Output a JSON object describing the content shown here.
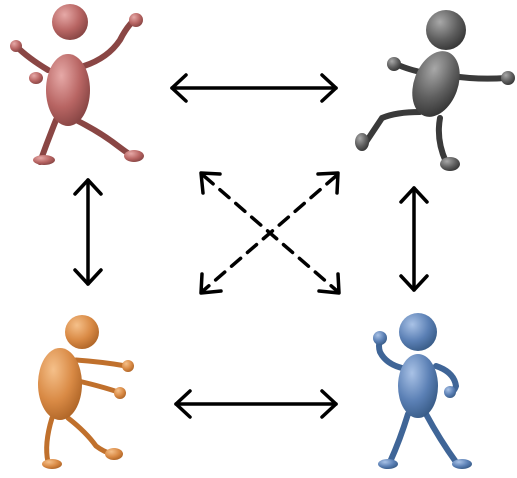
{
  "figures": [
    {
      "id": "red",
      "label": "",
      "color": "#b86563",
      "dark": "#7e3f3e"
    },
    {
      "id": "gray",
      "label": "",
      "color": "#5f5f5f",
      "dark": "#333333"
    },
    {
      "id": "orange",
      "label": "",
      "color": "#d98a45",
      "dark": "#a85f22"
    },
    {
      "id": "blue",
      "label": "",
      "color": "#5b80b5",
      "dark": "#32557f"
    }
  ],
  "connections": [
    {
      "from": "red",
      "to": "gray",
      "style": "solid",
      "direction": "both"
    },
    {
      "from": "red",
      "to": "orange",
      "style": "solid",
      "direction": "both"
    },
    {
      "from": "gray",
      "to": "blue",
      "style": "solid",
      "direction": "both"
    },
    {
      "from": "orange",
      "to": "blue",
      "style": "solid",
      "direction": "both"
    },
    {
      "from": "red",
      "to": "blue",
      "style": "dashed",
      "direction": "both"
    },
    {
      "from": "gray",
      "to": "orange",
      "style": "dashed",
      "direction": "both"
    }
  ]
}
